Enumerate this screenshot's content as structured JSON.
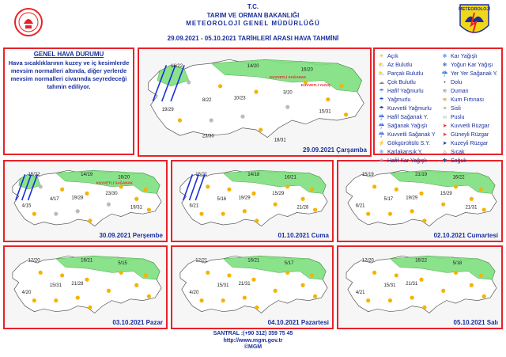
{
  "header": {
    "line1": "T.C.",
    "line2": "TARIM VE ORMAN BAKANLIĞI",
    "line3": "METEOROLOJİ GENEL MÜDÜRLÜĞÜ",
    "subtitle": "29.09.2021 - 05.10.2021 TARİHLERİ ARASI HAVA TAHMİNİ",
    "logo_right_text": "METEOROLOJİ"
  },
  "info": {
    "title": "GENEL HAVA DURUMU",
    "body": "Hava sıcaklıklarının kuzey ve iç kesimlerde mevsim normalleri altında, diğer yerlerde mevsim normalleri civarında seyredeceği tahmin ediliyor."
  },
  "legend": {
    "left": [
      {
        "label": "Açık",
        "icon": "sun-icon"
      },
      {
        "label": "Az Bulutlu",
        "icon": "sun-cloud-icon"
      },
      {
        "label": "Parçalı Bulutlu",
        "icon": "partly-cloudy-icon"
      },
      {
        "label": "Çok Bulutlu",
        "icon": "cloudy-icon"
      },
      {
        "label": "Hafif Yağmurlu",
        "icon": "light-rain-icon"
      },
      {
        "label": "Yağmurlu",
        "icon": "rain-icon"
      },
      {
        "label": "Kuvvetli Yağmurlu",
        "icon": "heavy-rain-icon"
      },
      {
        "label": "Hafif Sağanak Y.",
        "icon": "light-shower-icon"
      },
      {
        "label": "Sağanak Yağışlı",
        "icon": "shower-icon"
      },
      {
        "label": "Kuvvetli Sağanak Y",
        "icon": "heavy-shower-icon"
      },
      {
        "label": "Gökgürültülü S.Y.",
        "icon": "thunder-icon"
      },
      {
        "label": "Karlakarışık Y.",
        "icon": "sleet-icon"
      },
      {
        "label": "Hafif Kar Yağışlı",
        "icon": "light-snow-icon"
      }
    ],
    "right": [
      {
        "label": "Kar Yağışlı",
        "icon": "snow-icon"
      },
      {
        "label": "Yoğun Kar Yağışı",
        "icon": "heavy-snow-icon"
      },
      {
        "label": "Yer Yer Sağanak Y.",
        "icon": "local-shower-icon"
      },
      {
        "label": "Dolu",
        "icon": "hail-icon"
      },
      {
        "label": "Duman",
        "icon": "smoke-icon"
      },
      {
        "label": "Kum Fırtınası",
        "icon": "sandstorm-icon"
      },
      {
        "label": "Sisli",
        "icon": "fog-icon"
      },
      {
        "label": "Puslu",
        "icon": "haze-icon"
      },
      {
        "label": "Kuvvetli Rüzgar",
        "icon": "strong-wind-icon"
      },
      {
        "label": "Güneyli Rüzgar",
        "icon": "south-wind-icon"
      },
      {
        "label": "Kuzeyli Rüzgar",
        "icon": "north-wind-icon"
      },
      {
        "label": "Sıcak",
        "icon": "hot-icon"
      },
      {
        "label": "Soğuk",
        "icon": "cold-icon"
      }
    ]
  },
  "maps": [
    {
      "date": "29.09.2021 Çarşamba",
      "temps": [
        "16/22",
        "14/20",
        "16/20",
        "19/29",
        "8/22",
        "10/23",
        "3/20",
        "15/31",
        "23/30",
        "18/31"
      ],
      "warnings": [
        "KUVVETLİ SAĞANAK",
        "KUVVETLİ YAĞIŞ"
      ]
    },
    {
      "date": "30.09.2021 Perşembe",
      "temps": [
        "15/22",
        "14/19",
        "16/20",
        "4/15",
        "4/17",
        "19/28",
        "23/30",
        "19/31"
      ],
      "warnings": [
        "KUVVETLİ SAĞANAK"
      ]
    },
    {
      "date": "01.10.2021 Cuma",
      "temps": [
        "15/21",
        "14/18",
        "16/21",
        "6/21",
        "5/16",
        "19/29",
        "15/29",
        "21/28"
      ],
      "warnings": []
    },
    {
      "date": "02.10.2021 Cumartesi",
      "temps": [
        "15/19",
        "21/19",
        "16/22",
        "6/21",
        "5/17",
        "19/29",
        "15/29",
        "21/31"
      ],
      "warnings": []
    },
    {
      "date": "03.10.2021 Pazar",
      "temps": [
        "12/20",
        "16/21",
        "5/15",
        "4/20",
        "15/31",
        "21/28"
      ],
      "warnings": []
    },
    {
      "date": "04.10.2021 Pazartesi",
      "temps": [
        "12/21",
        "16/21",
        "5/17",
        "4/20",
        "15/31",
        "21/31"
      ],
      "warnings": []
    },
    {
      "date": "05.10.2021 Salı",
      "temps": [
        "12/20",
        "16/22",
        "5/18",
        "4/21",
        "15/31",
        "21/31"
      ],
      "warnings": []
    }
  ],
  "footer": {
    "phone": "SANTRAL :(+90 312) 359 75 45",
    "url": "http://www.mgm.gov.tr",
    "copyright": "©MGM"
  },
  "colors": {
    "frame": "#e8222a",
    "title": "#1a2f9e",
    "land": "#ffffff",
    "rain_area": "#7ee07e",
    "sea": "#f6f6f6"
  }
}
